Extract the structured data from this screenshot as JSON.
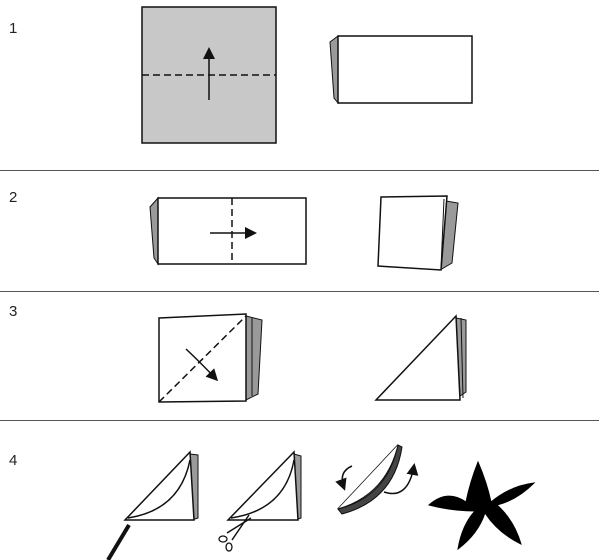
{
  "steps": [
    {
      "number": "1",
      "name": "fold-in-half-upward"
    },
    {
      "number": "2",
      "name": "fold-in-half-sideways"
    },
    {
      "number": "3",
      "name": "fold-diagonally"
    },
    {
      "number": "4",
      "name": "cut-curve-and-unfold"
    }
  ],
  "colors": {
    "paper_back": "#c8c8c8",
    "paper_front": "#ffffff",
    "ink": "#111111",
    "layer_shadow": "#9a9a9a"
  },
  "icons": [
    "pencil-icon",
    "scissors-icon",
    "flower-icon"
  ]
}
